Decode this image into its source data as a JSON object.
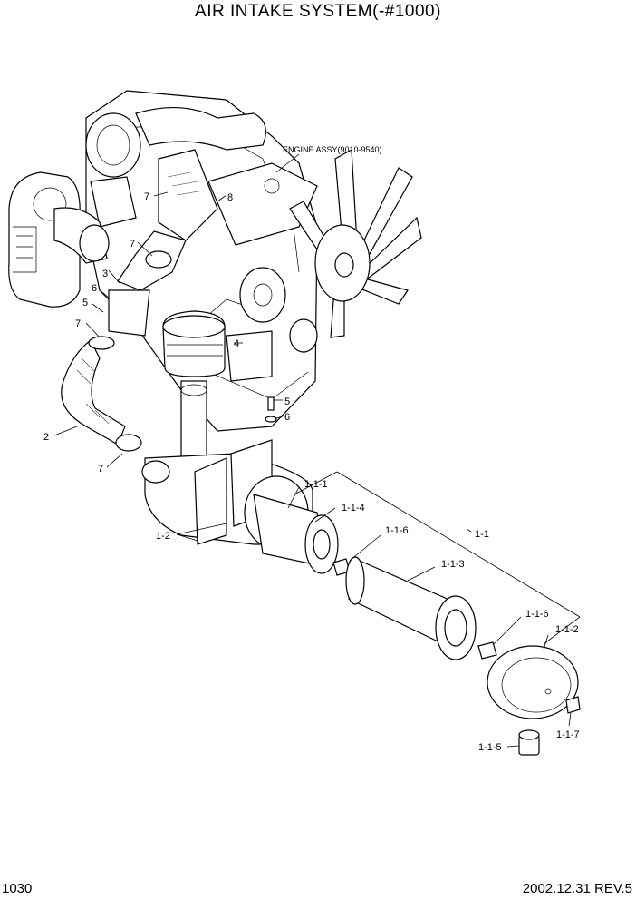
{
  "title": "AIR INTAKE SYSTEM(-#1000)",
  "engine_label": "ENGINE ASSY(9010-9540)",
  "part_labels": {
    "p7a": "7",
    "p8": "8",
    "p7b": "7",
    "p3": "3",
    "p6a": "6",
    "p5a": "5",
    "p7c": "7",
    "p4": "4",
    "p5b": "5",
    "p6b": "6",
    "p2": "2",
    "p7d": "7",
    "p1_1_1": "1-1-1",
    "p1_1_4": "1-1-4",
    "p1_1_6a": "1-1-6",
    "p1_1": "1-1",
    "p1_2": "1-2",
    "p1_1_3": "1-1-3",
    "p1_1_6b": "1-1-6",
    "p1_1_2": "1-1-2",
    "p1_1_7": "1-1-7",
    "p1_1_5": "1-1-5"
  },
  "footer": {
    "page_number": "1030",
    "revision": "2002.12.31 REV.5"
  }
}
